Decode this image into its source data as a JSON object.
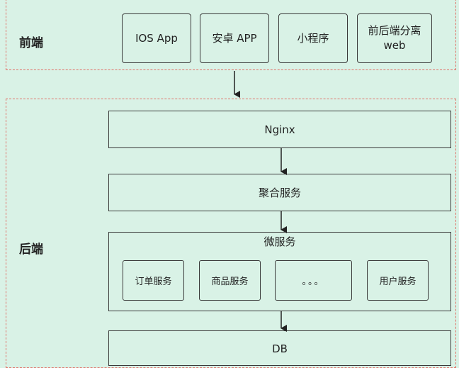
{
  "frontend": {
    "label": "前端",
    "clients": [
      {
        "label": "IOS App"
      },
      {
        "label": "安卓 APP"
      },
      {
        "label": "小程序"
      },
      {
        "label": "前后端分离 web"
      }
    ]
  },
  "backend": {
    "label": "后端",
    "nginx": "Nginx",
    "aggregation": "聚合服务",
    "microservices": {
      "title": "微服务",
      "services": [
        {
          "label": "订单服务"
        },
        {
          "label": "商品服务"
        },
        {
          "label": "。。。"
        },
        {
          "label": "用户服务"
        }
      ]
    },
    "db": "DB"
  },
  "colors": {
    "background": "#d9f2e6",
    "zone_border": "#e0736a",
    "box_border": "#3a3a3a"
  }
}
